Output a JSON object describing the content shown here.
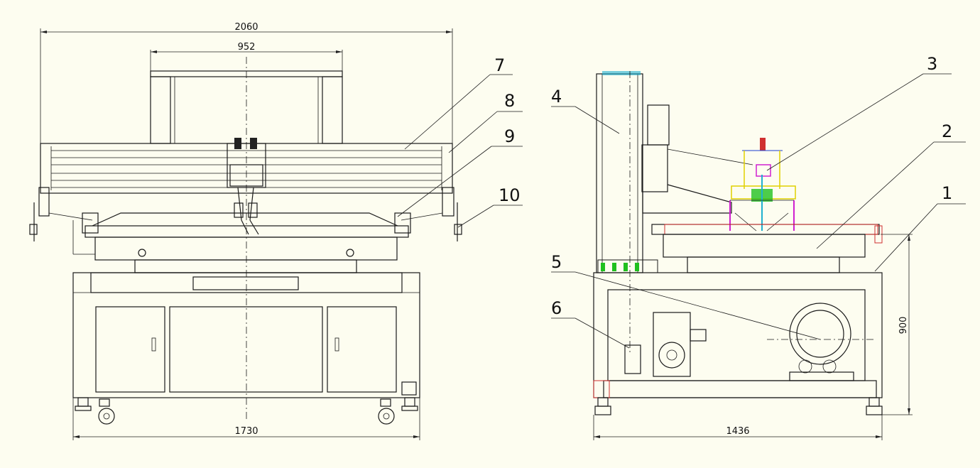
{
  "dimensions": {
    "front_overall_width": "2060",
    "front_frame_width": "952",
    "front_base_width": "1730",
    "side_base_width": "1436",
    "side_height": "900"
  },
  "callouts": {
    "c1": "1",
    "c2": "2",
    "c3": "3",
    "c4": "4",
    "c5": "5",
    "c6": "6",
    "c7": "7",
    "c8": "8",
    "c9": "9",
    "c10": "10"
  },
  "colors": {
    "background": "#fdfdf0",
    "line": "#1a1a1a",
    "accent_red": "#d03030",
    "accent_yellow": "#e0d000",
    "accent_green": "#20c020",
    "accent_magenta": "#d020d0",
    "accent_cyan": "#20b0d0"
  }
}
